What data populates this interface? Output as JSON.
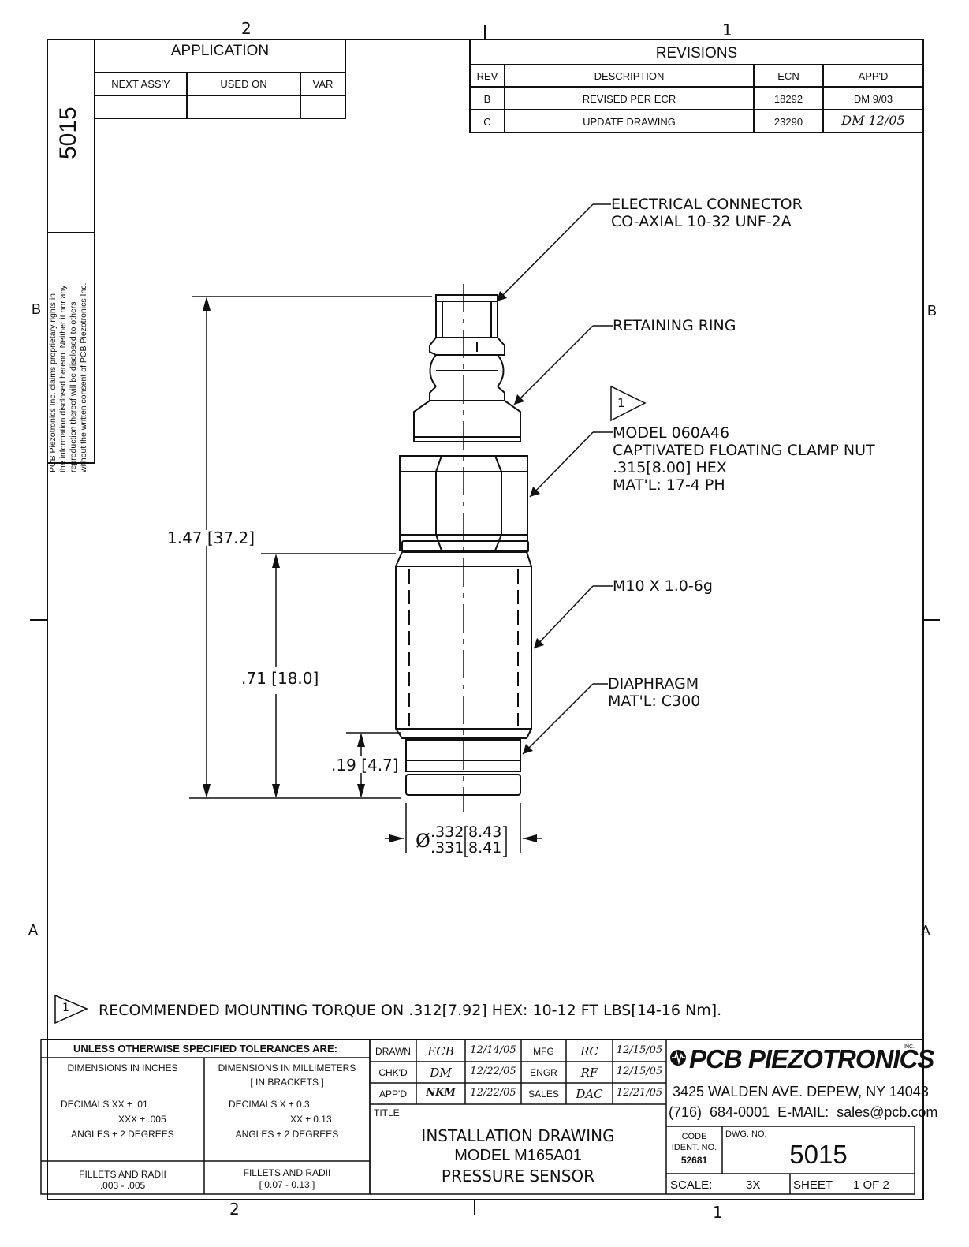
{
  "zones": {
    "top_left": "2",
    "top_right": "1",
    "bottom_left": "2",
    "bottom_right": "1",
    "left_upper": "B",
    "left_lower": "A",
    "right_upper": "B",
    "right_lower": "A"
  },
  "side": {
    "dwg_no": "5015",
    "notice": [
      "PCB Piezotronics Inc. claims proprietary rights in",
      "the information disclosed hereon.  Neither it nor any",
      "reproduction thereof will be disclosed to others",
      "without the written consent of PCB Piezotronics Inc."
    ]
  },
  "application": {
    "title": "APPLICATION",
    "headers": [
      "NEXT ASS'Y",
      "USED ON",
      "VAR"
    ]
  },
  "revisions": {
    "title": "REVISIONS",
    "headers": [
      "REV",
      "DESCRIPTION",
      "ECN",
      "APP'D"
    ],
    "rows": [
      {
        "rev": "B",
        "description": "REVISED PER ECR",
        "ecn": "18292",
        "appd": "DM 9/03"
      },
      {
        "rev": "C",
        "description": "UPDATE DRAWING",
        "ecn": "23290",
        "appd": "DM 12/05"
      }
    ]
  },
  "callouts": {
    "connector": [
      "ELECTRICAL CONNECTOR",
      "CO-AXIAL 10-32 UNF-2A"
    ],
    "ring": [
      "RETAINING RING"
    ],
    "note_flag": "1",
    "clamp": [
      "MODEL 060A46",
      "CAPTIVATED FLOATING CLAMP NUT",
      ".315[8.00] HEX",
      "MAT'L: 17-4 PH"
    ],
    "thread": [
      "M10 X 1.0-6g"
    ],
    "diaphragm": [
      "DIAPHRAGM",
      "MAT'L: C300"
    ]
  },
  "dimensions": {
    "overall": "1.47 [37.2]",
    "body": ".71 [18.0]",
    "tip": ".19 [4.7]",
    "dia_symbol": "Ø",
    "dia_upper": ".332",
    "dia_lower": ".331",
    "dia_upper_mm": "8.43",
    "dia_lower_mm": "8.41"
  },
  "note": {
    "flag": "1",
    "text": "RECOMMENDED MOUNTING TORQUE ON .312[7.92] HEX: 10-12 FT LBS[14-16 Nm]."
  },
  "tolerances": {
    "title": "UNLESS OTHERWISE SPECIFIED  TOLERANCES ARE:",
    "inch_header": "DIMENSIONS  IN INCHES",
    "mm_header_1": "DIMENSIONS IN MILLIMETERS",
    "mm_header_2": "[ IN BRACKETS ]",
    "inch_decimals": "DECIMALS     XX   ± .01",
    "inch_decimals_2": "XXX   ± .005",
    "inch_angles": "ANGLES ± 2 DEGREES",
    "mm_decimals": "DECIMALS      X   ± 0.3",
    "mm_decimals_2": "XX   ± 0.13",
    "mm_angles": "ANGLES ± 2 DEGREES",
    "inch_fillets_1": "FILLETS AND RADII",
    "inch_fillets_2": ".003 - .005",
    "mm_fillets_1": "FILLETS AND RADII",
    "mm_fillets_2": "[ 0.07 - 0.13 ]"
  },
  "signoff": {
    "drawn_label": "DRAWN",
    "drawn_by": "ECB",
    "drawn_date": "12/14/05",
    "mfg_label": "MFG",
    "mfg_by": "RC",
    "mfg_date": "12/15/05",
    "chkd_label": "CHK'D",
    "chkd_by": "DM",
    "chkd_date": "12/22/05",
    "engr_label": "ENGR",
    "engr_by": "RF",
    "engr_date": "12/15/05",
    "appd_label": "APP'D",
    "appd_by": "NKM",
    "appd_date": "12/22/05",
    "sales_label": "SALES",
    "sales_by": "DAC",
    "sales_date": "12/21/05"
  },
  "title_block": {
    "title_label": "TITLE",
    "line1": "INSTALLATION DRAWING",
    "line2": "MODEL M165A01",
    "line3": "PRESSURE SENSOR"
  },
  "company": {
    "name": "PCB PIEZOTRONICS",
    "inc": "INC.",
    "address": "3425 WALDEN AVE. DEPEW, NY 14043",
    "contact": "(716)  684-0001  E-MAIL:  sales@pcb.com",
    "code_label_1": "CODE",
    "code_label_2": "IDENT. NO.",
    "code": "52681",
    "dwg_label": "DWG. NO.",
    "dwg_no": "5015",
    "scale_label": "SCALE:",
    "scale": "3X",
    "sheet_label": "SHEET",
    "sheet": "1 OF 2"
  }
}
